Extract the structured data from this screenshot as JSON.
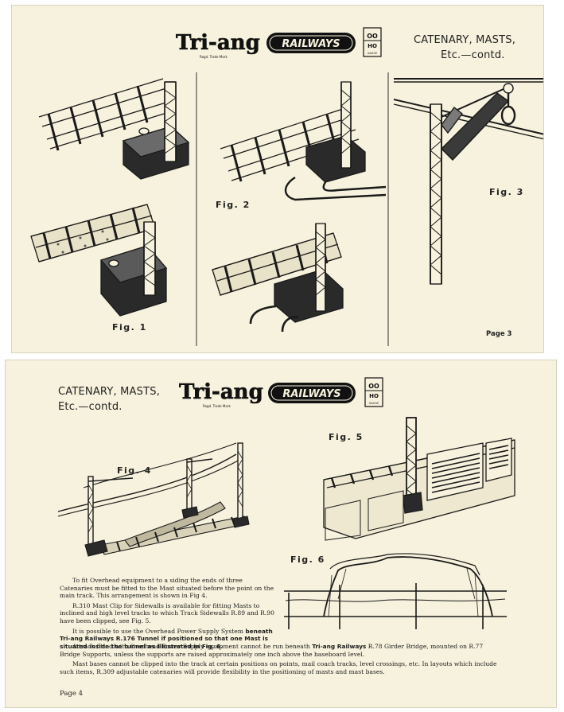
{
  "brand": {
    "wordmark": "Tri-ang",
    "trademark": "Regd. Trade Mark",
    "badge": "RAILWAYS",
    "gauge_top": "OO",
    "gauge_mid": "HO",
    "gauge_bottom": "GAUGE"
  },
  "page3": {
    "heading_line1": "CATENARY, MASTS,",
    "heading_line2": "Etc.—contd.",
    "fig1": "Fig. 1",
    "fig2": "Fig. 2",
    "fig3": "Fig. 3",
    "page_number": "Page 3"
  },
  "page4": {
    "heading_line1": "CATENARY, MASTS,",
    "heading_line2": "Etc.—contd.",
    "fig4": "Fig. 4",
    "fig5": "Fig. 5",
    "fig6": "Fig. 6",
    "page_number": "Page 4",
    "para1": "To fit Overhead equipment to a siding the ends of three Catenaries must be fitted to the Mast situated before the point on the main track. This arrangement is shown in Fig 4.",
    "para2": "R.310 Mast Clip for Sidewalls is available for fitting Masts to inclined and high level tracks to which Track Sidewalls R.89 and R.90 have been clipped, see Fig. 5.",
    "para3_a": "It is possible to use the Overhead Power Supply System ",
    "para3_b": "beneath Tri-ang Railways R.176 Tunnel if positioned so that one Mast is situated inside the tunnel as illustrated in Fig. 6.",
    "para4_a": "A track fitted with Overhead Power Supply equipment cannot be run beneath ",
    "para4_b": "Tri-ang Railways",
    "para4_c": " R.78 Girder Bridge, mounted on R.77 Bridge Supports, unless the supports are raised approximately one inch above the baseboard level.",
    "para5": "Mast bases cannot be clipped into the track at certain positions on points, mail coach tracks, level crossings, etc. In layouts which include such items, R.309 adjustable catenaries will provide flexibility in the positioning of masts and mast bases."
  }
}
